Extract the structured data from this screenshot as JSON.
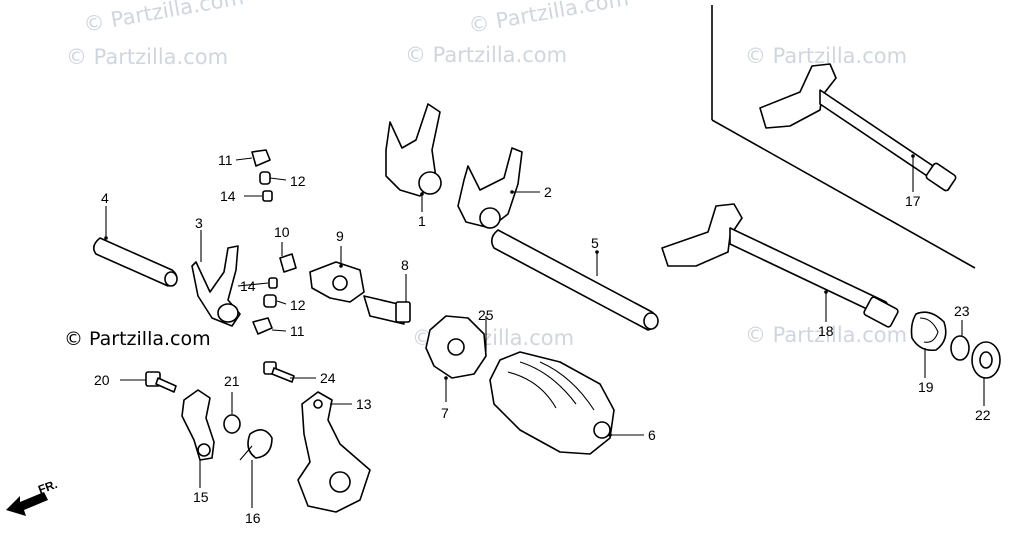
{
  "watermarks": [
    "© Partzilla.com",
    "© Partzilla.com",
    "© Partzilla.com",
    "© Partzilla.com",
    "© Partzilla.com",
    "© Partzilla.com",
    "© Partzilla.com",
    "© Partzilla.com"
  ],
  "direction_label": "FR.",
  "callouts": {
    "p1": "1",
    "p2": "2",
    "p3": "3",
    "p4": "4",
    "p5": "5",
    "p6": "6",
    "p7": "7",
    "p8": "8",
    "p9": "9",
    "p10": "10",
    "p11a": "11",
    "p11b": "11",
    "p12a": "12",
    "p12b": "12",
    "p13": "13",
    "p14a": "14",
    "p14b": "14",
    "p15": "15",
    "p16": "16",
    "p17": "17",
    "p18": "18",
    "p19": "19",
    "p20": "20",
    "p21": "21",
    "p22": "22",
    "p23": "23",
    "p24": "24",
    "p25": "25"
  }
}
